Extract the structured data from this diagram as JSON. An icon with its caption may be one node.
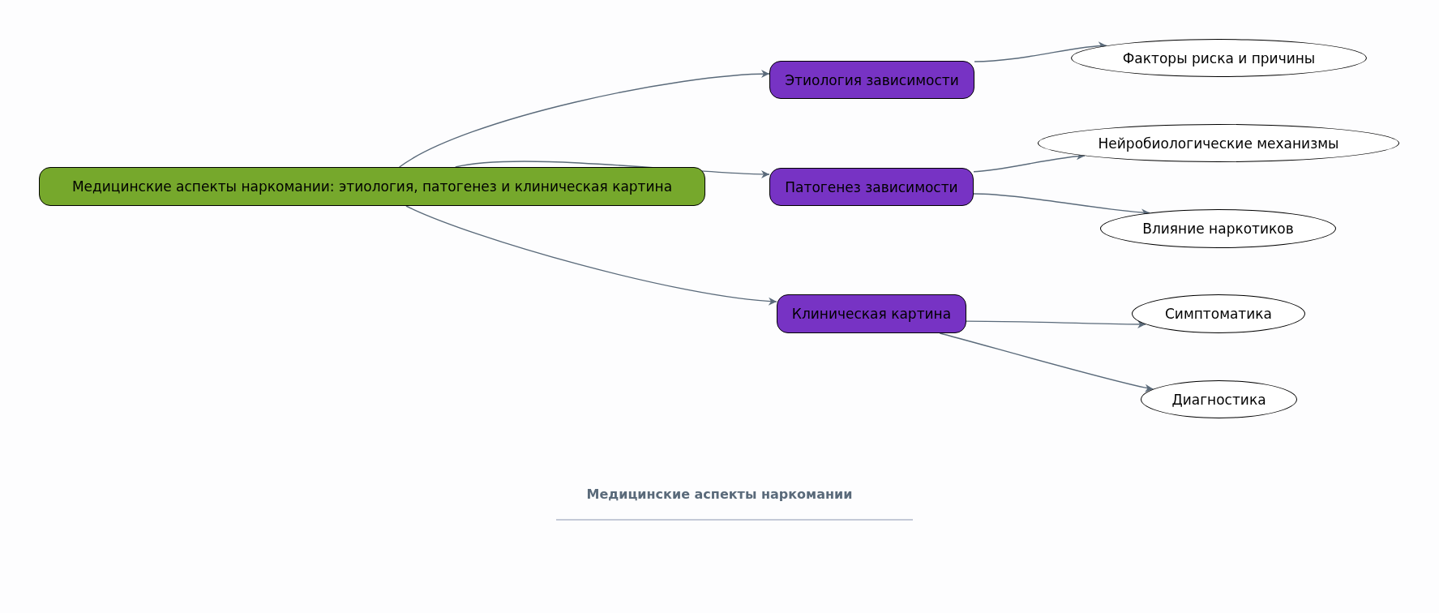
{
  "diagram": {
    "caption": "Медицинские аспекты наркомании",
    "nodes": [
      {
        "text": [
          "Медицинские аспекты наркомании: этиология, патогенез и клиническая картина"
        ]
      },
      {
        "text": [
          "Этиология зависимости"
        ]
      },
      {
        "text": [
          "Патогенез зависимости"
        ]
      },
      {
        "text": [
          "Клиническая картина"
        ]
      },
      {
        "text": [
          "Факторы риска и причины"
        ]
      },
      {
        "text": [
          "Нейробиологические механизмы"
        ]
      },
      {
        "text": [
          "Влияние наркотиков"
        ]
      },
      {
        "text": [
          "Симптоматика"
        ]
      },
      {
        "text": [
          "Диагностика"
        ]
      }
    ],
    "edges": [
      {
        "from": 0,
        "to": 1,
        "arrow": "to"
      },
      {
        "from": 0,
        "to": 2,
        "arrow": "to"
      },
      {
        "from": 0,
        "to": 3,
        "arrow": "to"
      },
      {
        "from": 1,
        "to": 4,
        "arrow": "to"
      },
      {
        "from": 2,
        "to": 5,
        "arrow": "to"
      },
      {
        "from": 2,
        "to": 6,
        "arrow": "to"
      },
      {
        "from": 3,
        "to": 7,
        "arrow": "to"
      },
      {
        "from": 3,
        "to": 8,
        "arrow": "to"
      }
    ]
  }
}
